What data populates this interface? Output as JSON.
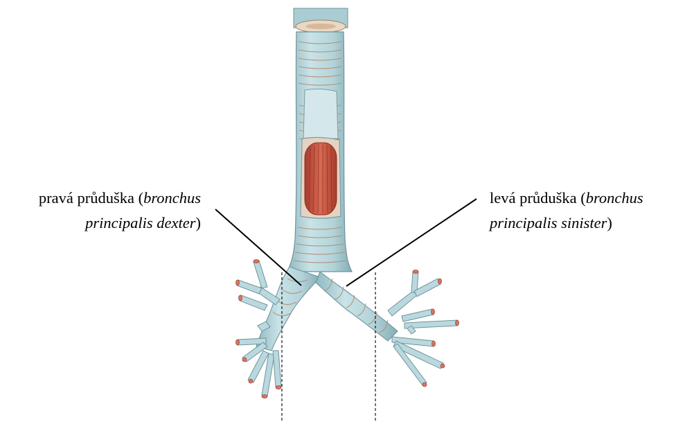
{
  "colors": {
    "airway_fill": "#b9d9de",
    "airway_shadow": "#8fb9c1",
    "cartilage_line": "#b48f76",
    "muscle_fill": "#c8553f",
    "muscle_line": "#8c2f22",
    "bronchus_tip": "#d9735e",
    "leader_line": "#000000",
    "background": "#ffffff"
  },
  "labels": {
    "right": {
      "name": "pravá průduška",
      "open_paren": " (",
      "latin_1": "bronchus",
      "latin_2": "principalis dexter",
      "close_paren": ")"
    },
    "left": {
      "name": "levá průduška",
      "open_paren": " (",
      "latin_1": "bronchus",
      "latin_2": "principalis sinister",
      "close_paren": ")"
    }
  },
  "icons": {
    "illustration": "trachea-and-bronchi-illustration"
  }
}
